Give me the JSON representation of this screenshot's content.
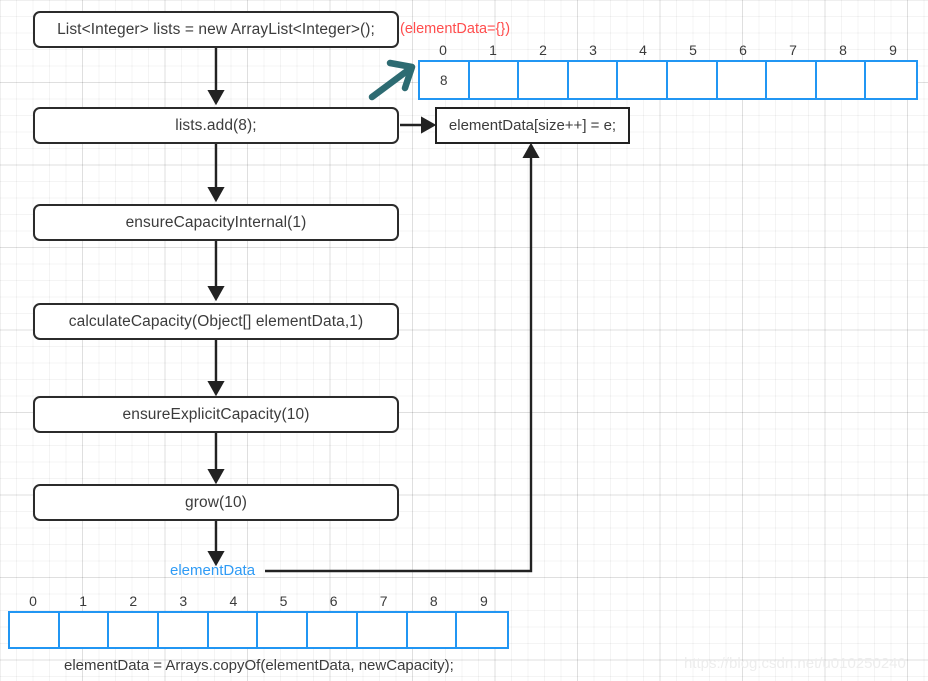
{
  "diagram": {
    "title": "ArrayList add(8) internal call flow",
    "colors": {
      "box_border": "#2b2b2b",
      "array_border": "#2196f3",
      "red_note": "#ff4d4d",
      "blue_label": "#2f9bf5",
      "teal_arrow": "#2d6b72",
      "arrow": "#222222",
      "grid": "#e8e8e8"
    }
  },
  "flow": {
    "steps": [
      {
        "label": "List<Integer> lists = new ArrayList<Integer>();"
      },
      {
        "label": "lists.add(8);"
      },
      {
        "label": "ensureCapacityInternal(1)"
      },
      {
        "label": "calculateCapacity(Object[] elementData,1)"
      },
      {
        "label": "ensureExplicitCapacity(10)"
      },
      {
        "label": "grow(10)"
      }
    ],
    "side_box": {
      "label": "elementData[size++] = e;"
    }
  },
  "notes": {
    "init_state": "(elementData={})",
    "element_data_label": "elementData",
    "bottom_caption": "elementData = Arrays.copyOf(elementData, newCapacity);"
  },
  "arrays": {
    "top": {
      "name": "elementData-after-add",
      "indices": [
        "0",
        "1",
        "2",
        "3",
        "4",
        "5",
        "6",
        "7",
        "8",
        "9"
      ],
      "values": [
        "8",
        "",
        "",
        "",
        "",
        "",
        "",
        "",
        "",
        ""
      ]
    },
    "bottom": {
      "name": "elementData-after-grow",
      "indices": [
        "0",
        "1",
        "2",
        "3",
        "4",
        "5",
        "6",
        "7",
        "8",
        "9"
      ],
      "values": [
        "",
        "",
        "",
        "",
        "",
        "",
        "",
        "",
        "",
        ""
      ]
    }
  },
  "watermark": {
    "text": "https://blog.csdn.net/u010250240"
  }
}
